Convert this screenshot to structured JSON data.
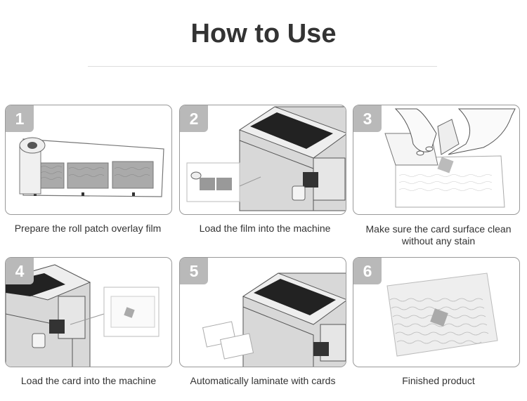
{
  "page": {
    "title": "How to Use"
  },
  "steps": [
    {
      "number": "1",
      "caption": "Prepare the roll patch overlay film",
      "illustration": "film-roll-icon"
    },
    {
      "number": "2",
      "caption": "Load the film into the machine",
      "illustration": "laminator-machine-icon"
    },
    {
      "number": "3",
      "caption": "Make sure the card surface clean without any stain",
      "illustration": "hands-cleaning-card-icon"
    },
    {
      "number": "4",
      "caption": "Load the card into the machine",
      "illustration": "card-insert-icon"
    },
    {
      "number": "5",
      "caption": "Automatically laminate with cards",
      "illustration": "laminating-icon"
    },
    {
      "number": "6",
      "caption": "Finished product",
      "illustration": "laminated-card-icon"
    }
  ],
  "colors": {
    "badge": "#b9b9b9",
    "border": "#999999",
    "title": "#333333",
    "machine_dark": "#222222"
  }
}
